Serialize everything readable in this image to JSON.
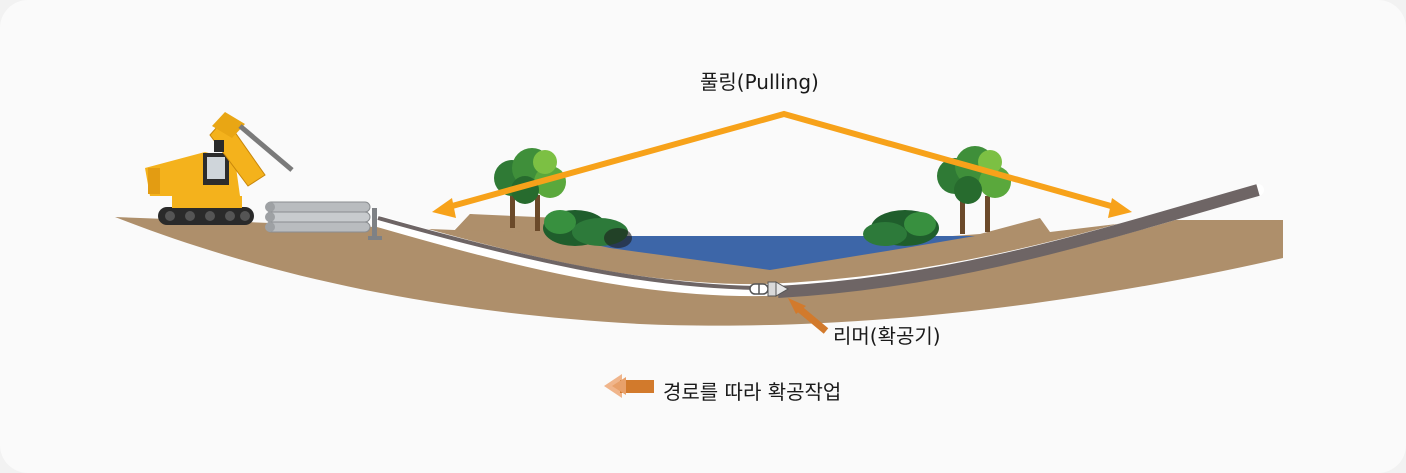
{
  "labels": {
    "pulling": "풀링(Pulling)",
    "reamer": "리머(확공기)",
    "legend": "경로를 따라 확공작업"
  },
  "colors": {
    "ground": "#ae8f6b",
    "water": "#3d66a8",
    "pull_arrow": "#f7a21a",
    "reamer_arrow": "#d27a2c",
    "pipe_dark": "#6e6565",
    "machine_yellow": "#f4b21c"
  },
  "icons": {
    "machine": "drilling-rig-icon",
    "pipes": "pipe-stack-icon",
    "trees": "tree-icon",
    "bushes": "bush-icon",
    "reamer": "reamer-icon"
  }
}
